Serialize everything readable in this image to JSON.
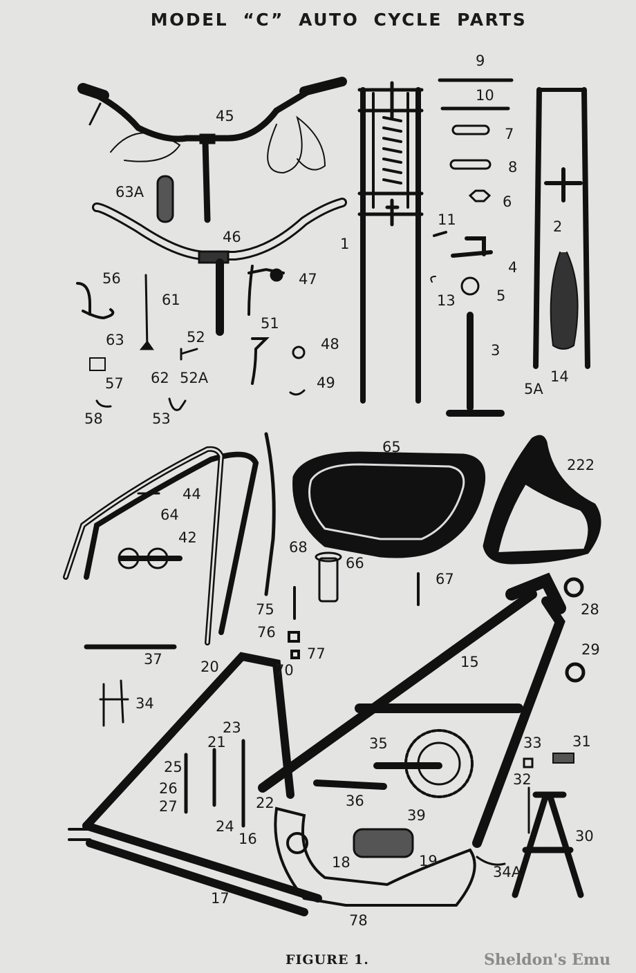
{
  "title": "MODEL “C” AUTO CYCLE PARTS",
  "caption": "FIGURE 1.",
  "watermark": "Sheldon's Emu",
  "part_labels": [
    "45",
    "63A",
    "46",
    "56",
    "61",
    "47",
    "63",
    "52",
    "51",
    "48",
    "57",
    "62",
    "52A",
    "49",
    "58",
    "53",
    "9",
    "10",
    "7",
    "8",
    "6",
    "11",
    "1",
    "2",
    "4",
    "13",
    "5",
    "3",
    "5A",
    "14",
    "65",
    "222",
    "44",
    "64",
    "42",
    "68",
    "66",
    "67",
    "28",
    "75",
    "76",
    "77",
    "15",
    "29",
    "37",
    "20",
    "70",
    "34",
    "23",
    "35",
    "33",
    "31",
    "21",
    "25",
    "32",
    "26",
    "36",
    "22",
    "27",
    "39",
    "24",
    "30",
    "16",
    "18",
    "19",
    "34A",
    "17",
    "78"
  ]
}
